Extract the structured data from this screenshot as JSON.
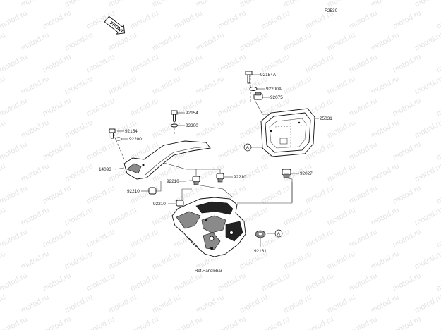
{
  "diagram_code": "F2530",
  "front_label": "FRONT",
  "watermark": "motod.ru",
  "ref_label": "Ref.Handlebar",
  "labels": {
    "p92154A": "92154A",
    "p92200A": "92200A",
    "p92075": "92075",
    "p25031": "25031",
    "p92154_top": "92154",
    "p92200_top": "92200",
    "p92154_left": "92154",
    "p92200_left": "92200",
    "p14093": "14093",
    "p92210_a": "92210",
    "p92210_b": "92210",
    "p92210_c": "92210",
    "p92210_d": "92210",
    "p92027": "92027",
    "p92161": "92161",
    "callout_a1": "A",
    "callout_a2": "A"
  }
}
